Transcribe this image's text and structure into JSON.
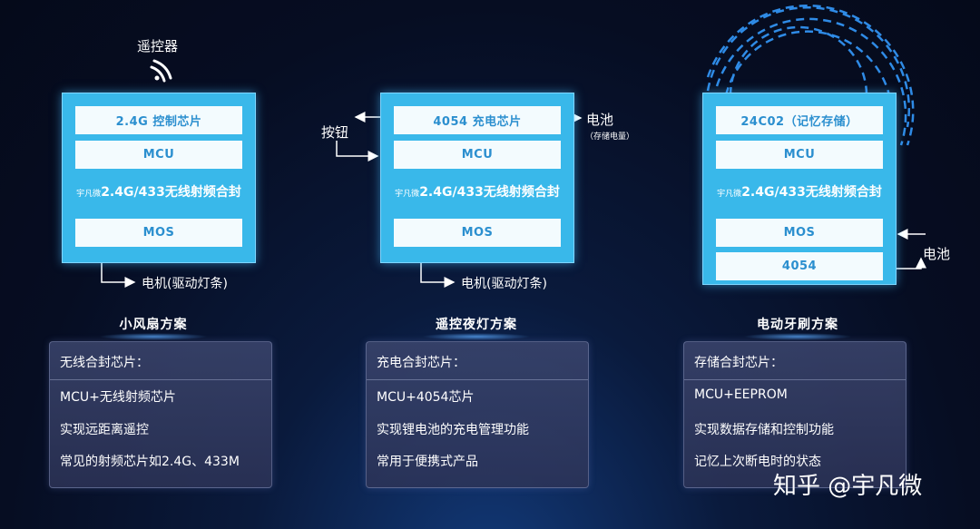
{
  "remote_label": "遥控器",
  "panels": [
    {
      "title": "小风扇方案",
      "blocks": [
        "2.4G 控制芯片",
        "MCU",
        "MOS"
      ],
      "package_small": "宇凡微",
      "package_main": "2.4G/433无线射频合封",
      "motor_label": "电机(驱动灯条)",
      "card": {
        "heading": "无线合封芯片：",
        "items": [
          "MCU+无线射频芯片",
          "实现远距离遥控",
          "常见的射频芯片如2.4G、433M"
        ]
      }
    },
    {
      "title": "遥控夜灯方案",
      "blocks": [
        "4054 充电芯片",
        "MCU",
        "MOS"
      ],
      "package_small": "宇凡微",
      "package_main": "2.4G/433无线射频合封",
      "button_label": "按钮",
      "battery_label": "电池",
      "battery_note": "（存储电量）",
      "motor_label": "电机(驱动灯条)",
      "card": {
        "heading": "充电合封芯片：",
        "items": [
          "MCU+4054芯片",
          "实现锂电池的充电管理功能",
          "常用于便携式产品"
        ]
      }
    },
    {
      "title": "电动牙刷方案",
      "blocks": [
        "24C02（记忆存储）",
        "MCU",
        "MOS",
        "4054"
      ],
      "package_small": "宇凡微",
      "package_main": "2.4G/433无线射频合封",
      "battery_label": "电池",
      "card": {
        "heading": "存储合封芯片：",
        "items": [
          "MCU+EEPROM",
          "实现数据存储和控制功能",
          "记忆上次断电时的状态"
        ]
      }
    }
  ],
  "watermark": "知乎 @宇凡微",
  "colors": {
    "chip": "#39b8ea",
    "block_bg": "#f3fbfe",
    "block_text": "#2b8fcf",
    "wave": "#2f8be6",
    "card_bg": "#3c466e"
  }
}
